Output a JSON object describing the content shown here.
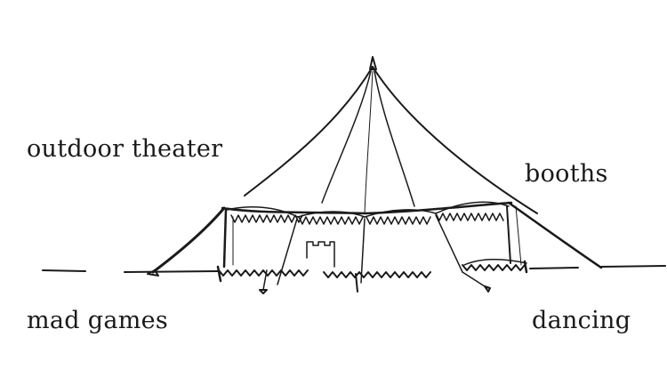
{
  "labels": {
    "top_left": "outdoor theater",
    "top_right": "booths",
    "bottom_left": "mad games",
    "bottom_right": "dancing"
  },
  "style": {
    "ink": "#1a1a1a",
    "background": "#ffffff"
  }
}
